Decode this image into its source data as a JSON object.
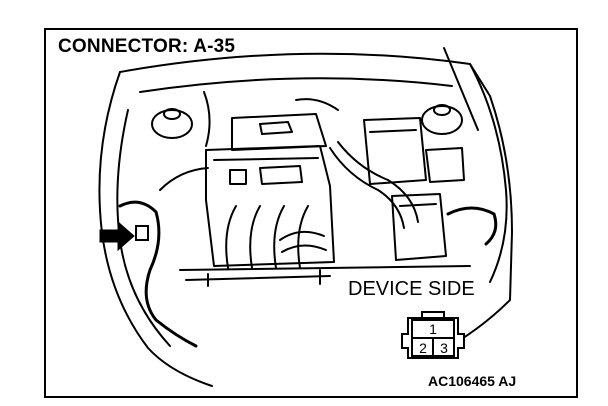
{
  "diagram": {
    "title": "CONNECTOR: A-35",
    "device_side_label": "DEVICE SIDE",
    "reference_code": "AC106465 AJ",
    "connector_pins": [
      "1",
      "2",
      "3"
    ]
  }
}
